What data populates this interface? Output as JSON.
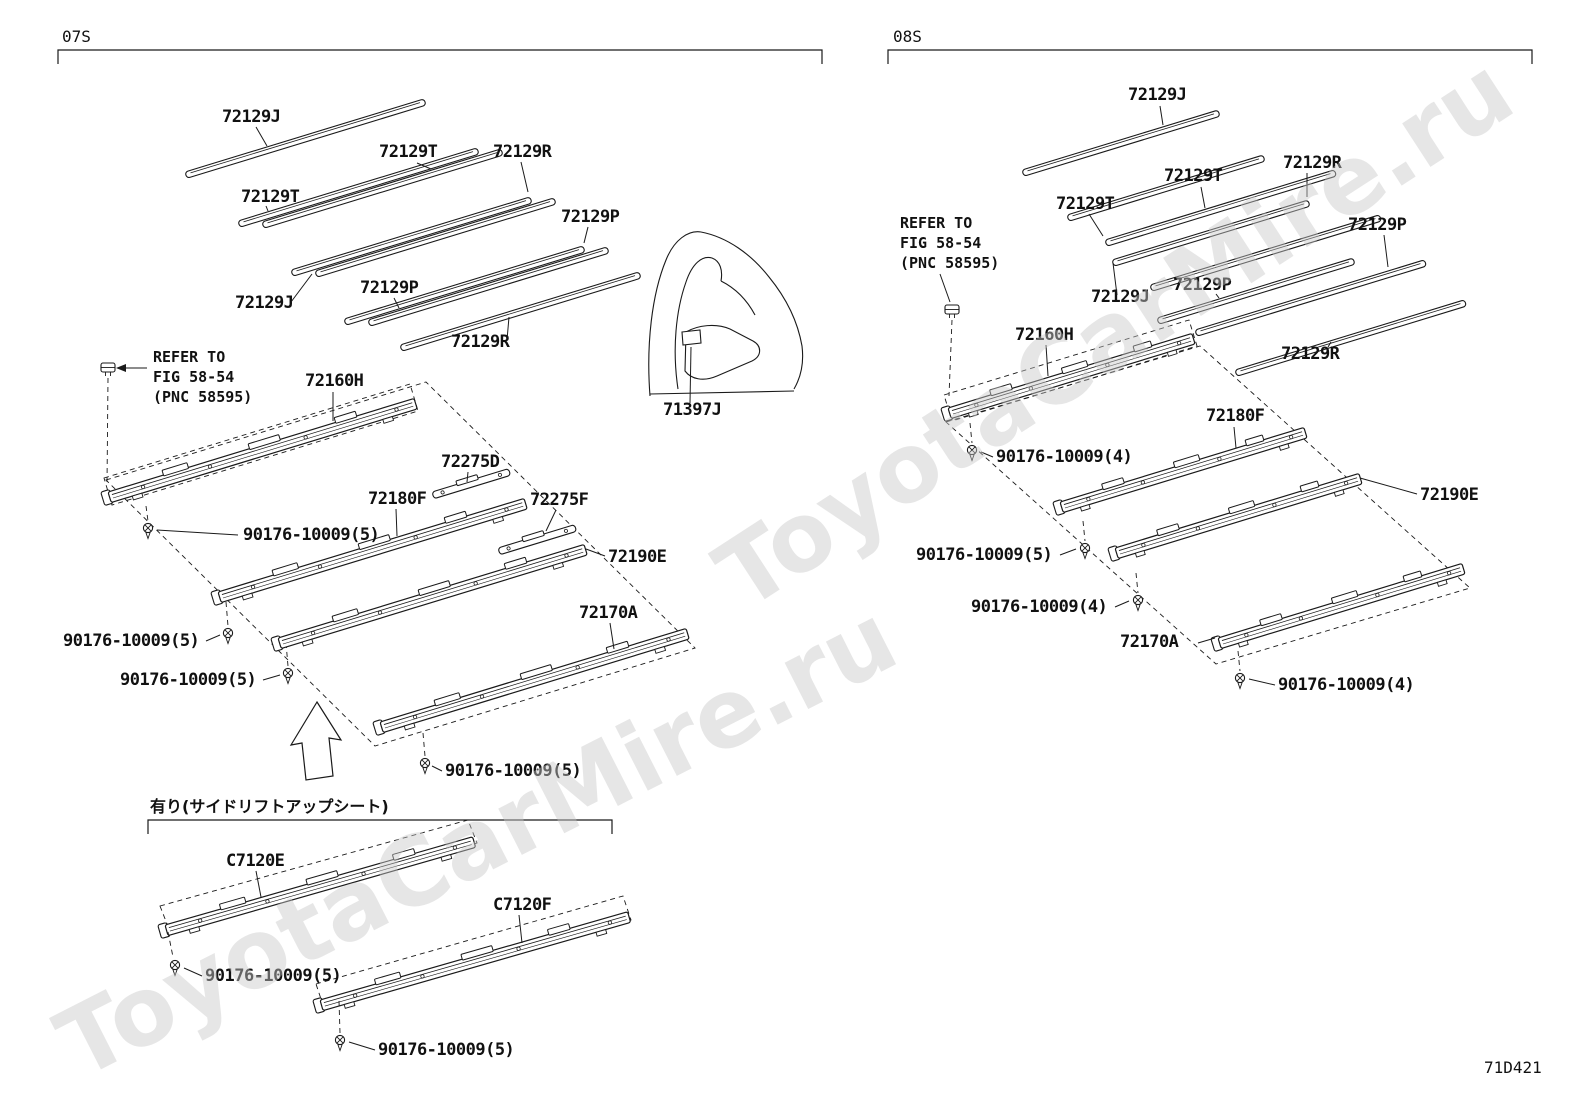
{
  "figure": {
    "code": "71D421",
    "watermark": "ToyotaCarMire.ru"
  },
  "refer_note": {
    "l1": "REFER TO",
    "l2": "FIG 58-54",
    "l3": "(PNC 58595)"
  },
  "fasteners": {
    "five": "90176-10009(5)",
    "four": "90176-10009(4)"
  },
  "left": {
    "header": "07S",
    "moldings": [
      "72129J",
      "72129T",
      "72129R",
      "72129T",
      "72129P",
      "72129J",
      "72129P",
      "72129R"
    ],
    "parts": {
      "rail_front": "72160H",
      "stopper_d": "72275D",
      "rail_mid": "72180F",
      "stopper_f": "72275F",
      "rail_rear": "72190E",
      "rail_rr": "72170A"
    },
    "lift_seat": {
      "caption": "有り(サイドリフトアップシート)",
      "rail_e": "C7120E",
      "rail_f": "C7120F"
    }
  },
  "center": {
    "part": "71397J"
  },
  "right": {
    "header": "08S",
    "moldings": [
      "72129J",
      "72129T",
      "72129R",
      "72129T",
      "72129P",
      "72129J",
      "72129P",
      "72129R"
    ],
    "parts": {
      "rail_front": "72160H",
      "rail_mid": "72180F",
      "rail_rear": "72190E",
      "rail_rr": "72170A"
    }
  }
}
